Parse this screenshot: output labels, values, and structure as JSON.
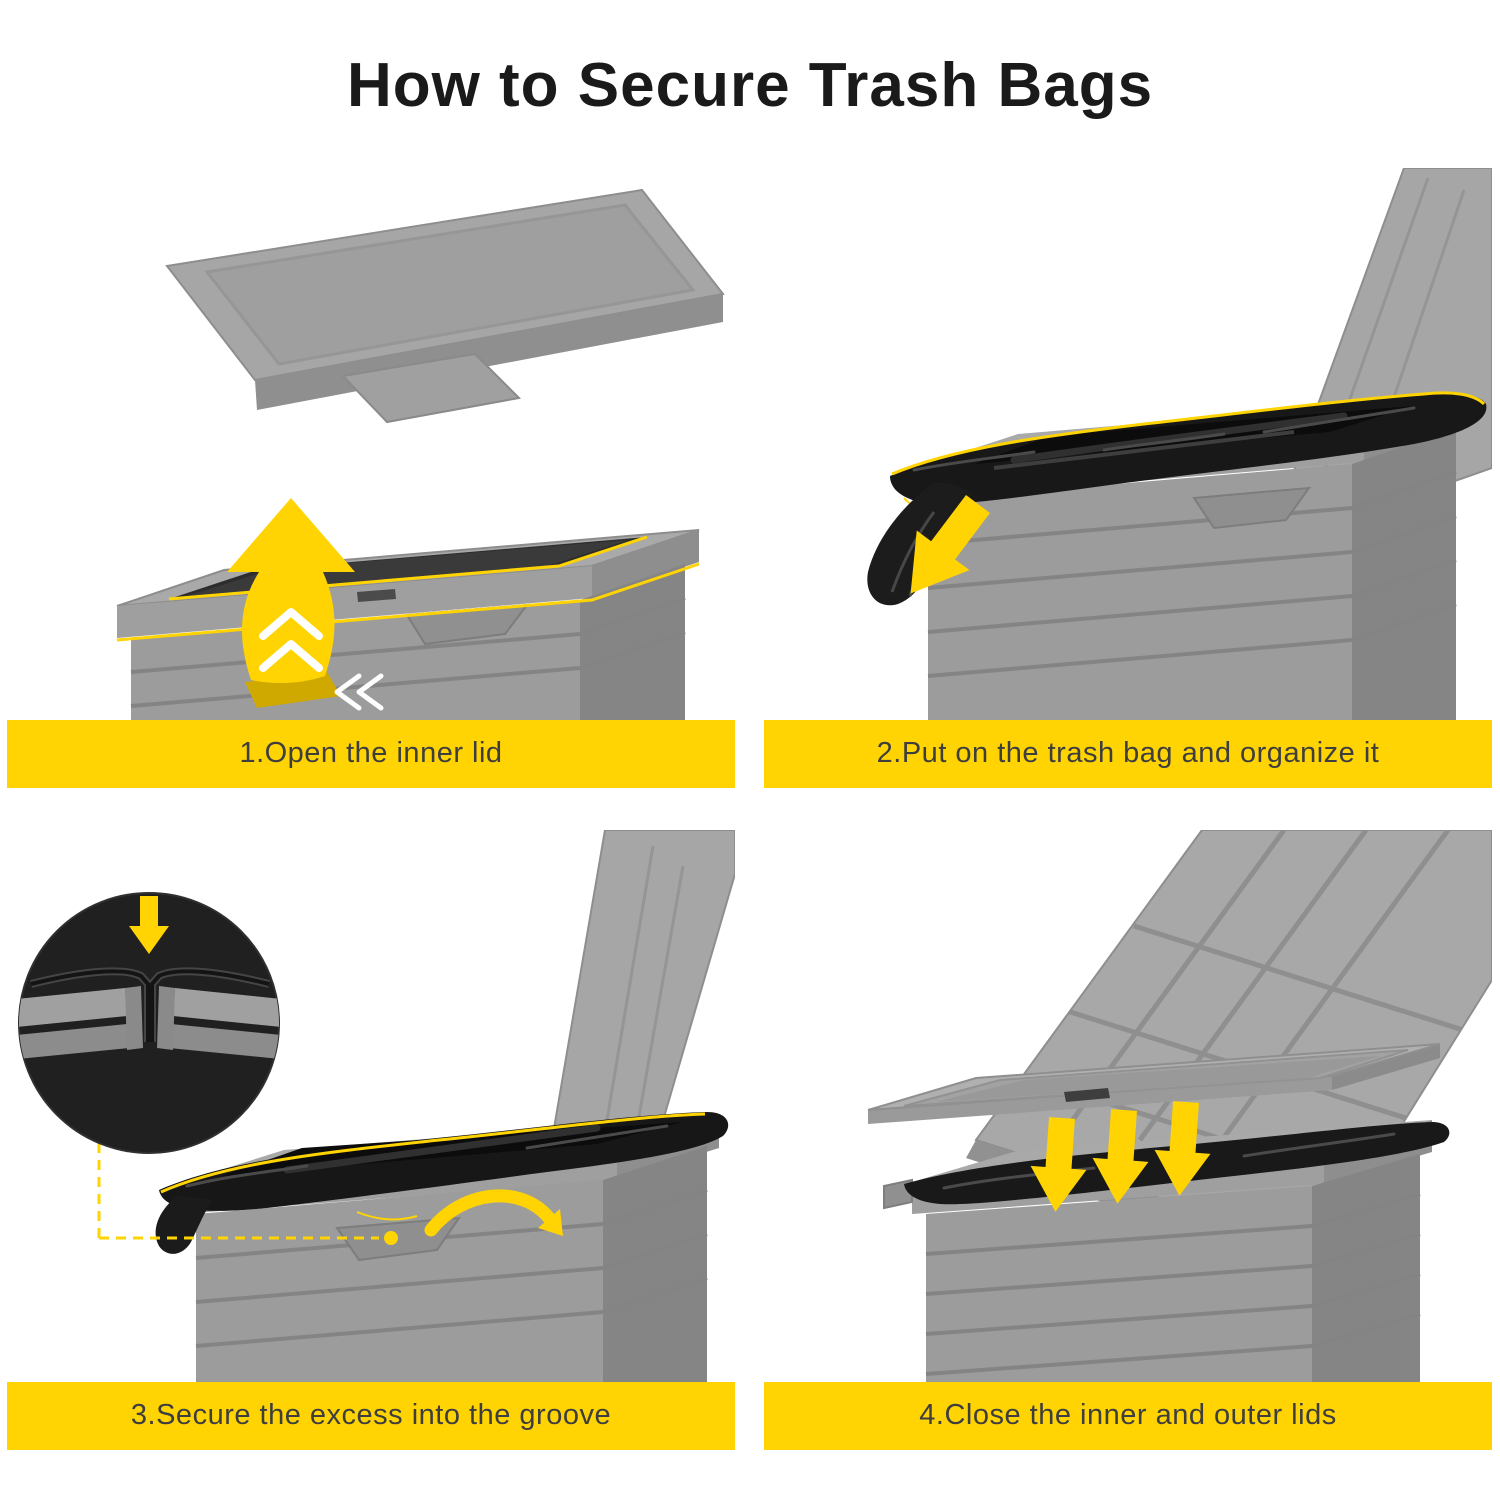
{
  "title": "How to Secure Trash Bags",
  "steps": [
    {
      "label": "1.Open the inner lid"
    },
    {
      "label": "2.Put on the trash bag and organize it"
    },
    {
      "label": "3.Secure the excess into the groove"
    },
    {
      "label": "4.Close the inner and outer lids"
    }
  ],
  "colors": {
    "accent_yellow": "#FFD402",
    "caption_text": "#3E3E3E",
    "title_text": "#1A1A1A",
    "panel_background": "#FFFFFF"
  }
}
